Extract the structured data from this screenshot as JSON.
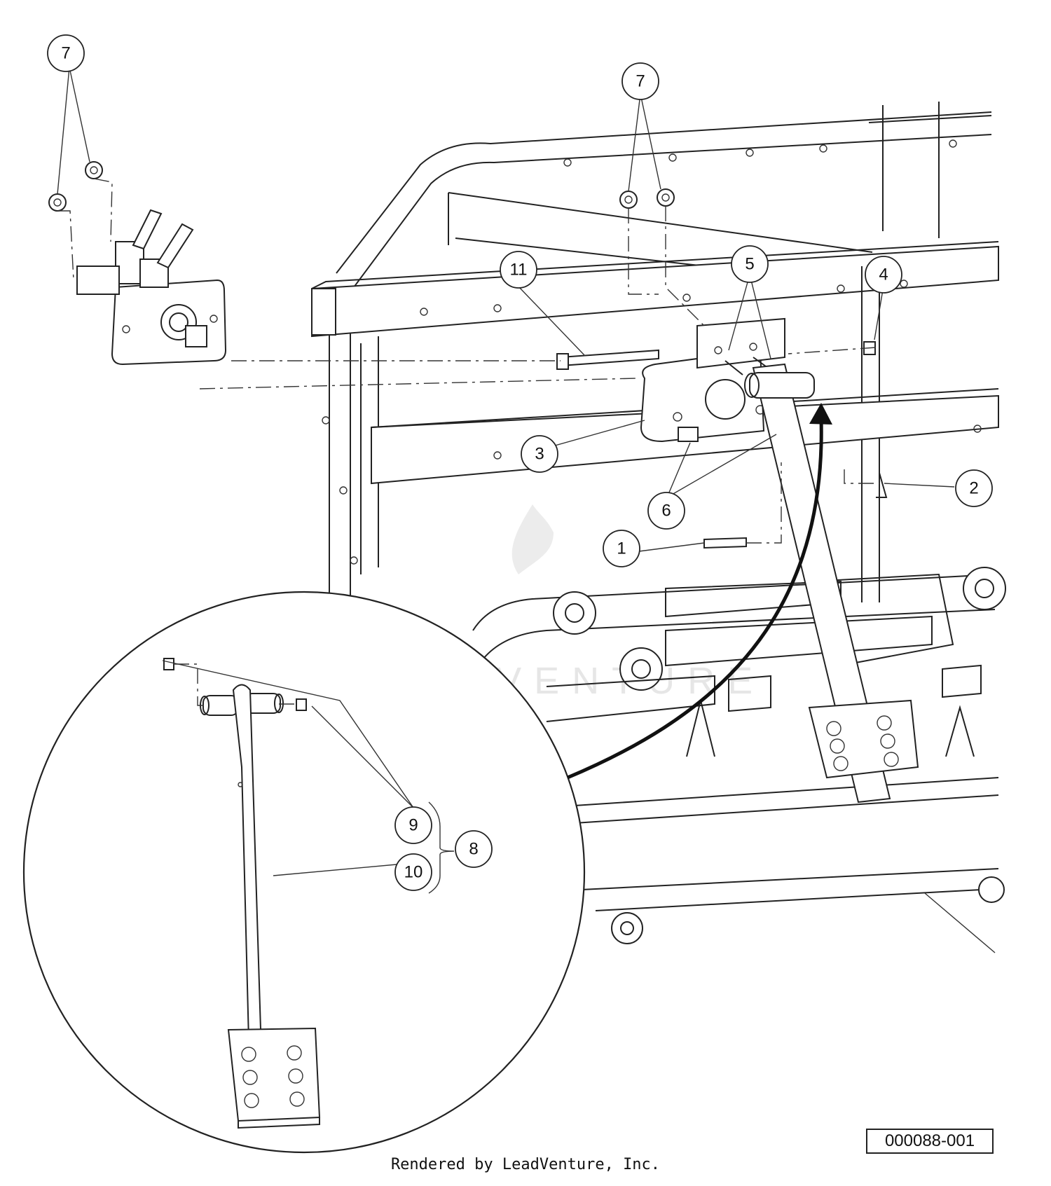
{
  "watermark": {
    "brand": "LEADVENTURE"
  },
  "callouts": [
    {
      "id": "callout-7a",
      "label": "7"
    },
    {
      "id": "callout-7b",
      "label": "7"
    },
    {
      "id": "callout-11",
      "label": "11"
    },
    {
      "id": "callout-5",
      "label": "5"
    },
    {
      "id": "callout-4",
      "label": "4"
    },
    {
      "id": "callout-3",
      "label": "3"
    },
    {
      "id": "callout-2",
      "label": "2"
    },
    {
      "id": "callout-6",
      "label": "6"
    },
    {
      "id": "callout-1",
      "label": "1"
    },
    {
      "id": "callout-9",
      "label": "9"
    },
    {
      "id": "callout-8",
      "label": "8"
    },
    {
      "id": "callout-10",
      "label": "10"
    }
  ],
  "doc_number": "000088-001",
  "credit": "Rendered by LeadVenture, Inc."
}
